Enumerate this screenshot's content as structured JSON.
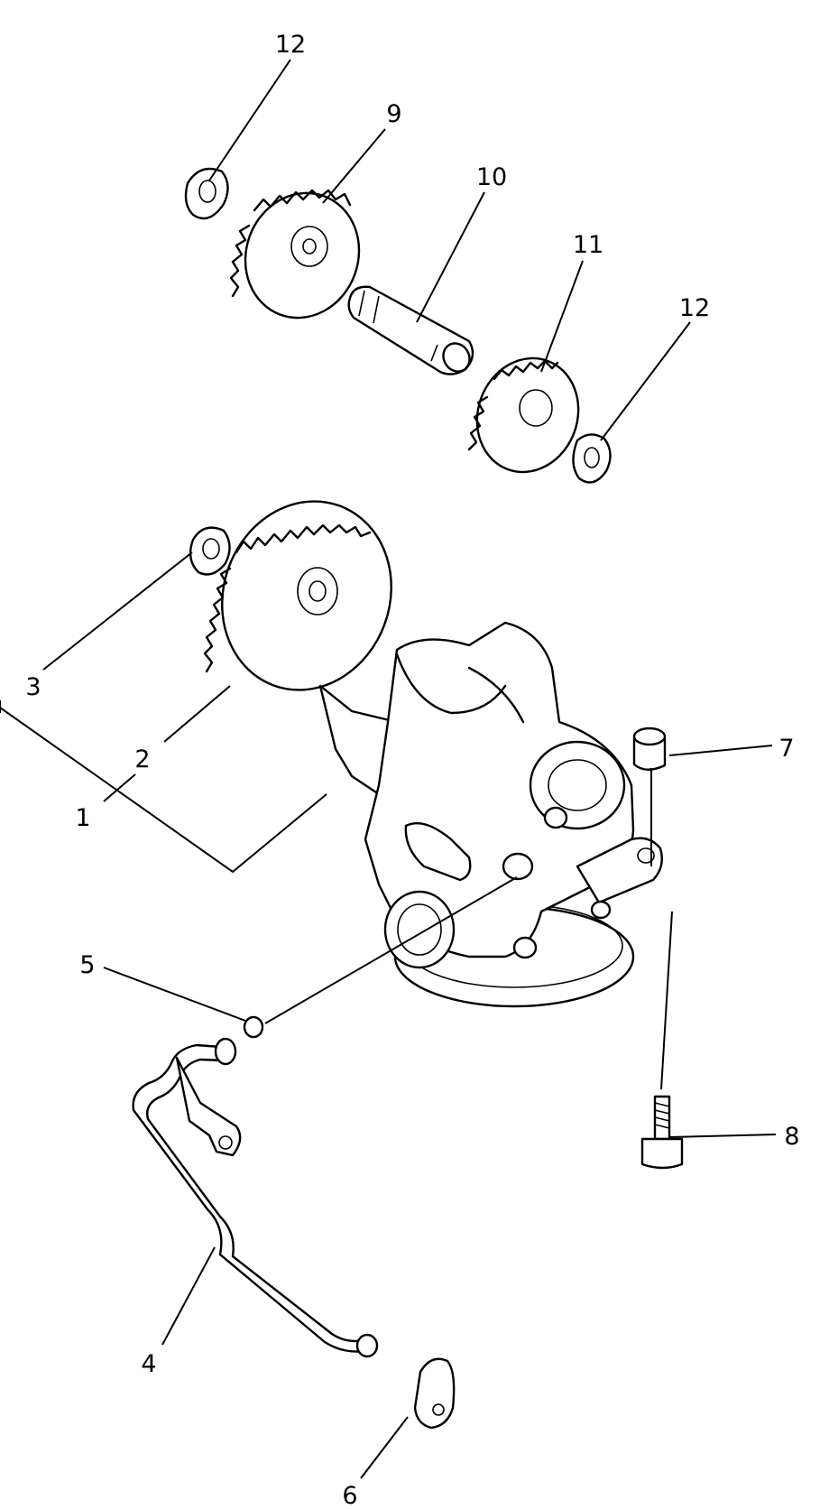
{
  "diagram": {
    "callouts": [
      {
        "id": "c12a",
        "text": "12"
      },
      {
        "id": "c9",
        "text": "9"
      },
      {
        "id": "c10",
        "text": "10"
      },
      {
        "id": "c11",
        "text": "11"
      },
      {
        "id": "c12b",
        "text": "12"
      },
      {
        "id": "c3",
        "text": "3"
      },
      {
        "id": "c2",
        "text": "2"
      },
      {
        "id": "c1",
        "text": "1"
      },
      {
        "id": "c7",
        "text": "7"
      },
      {
        "id": "c5",
        "text": "5"
      },
      {
        "id": "c8",
        "text": "8"
      },
      {
        "id": "c4",
        "text": "4"
      },
      {
        "id": "c6",
        "text": "6"
      }
    ]
  }
}
